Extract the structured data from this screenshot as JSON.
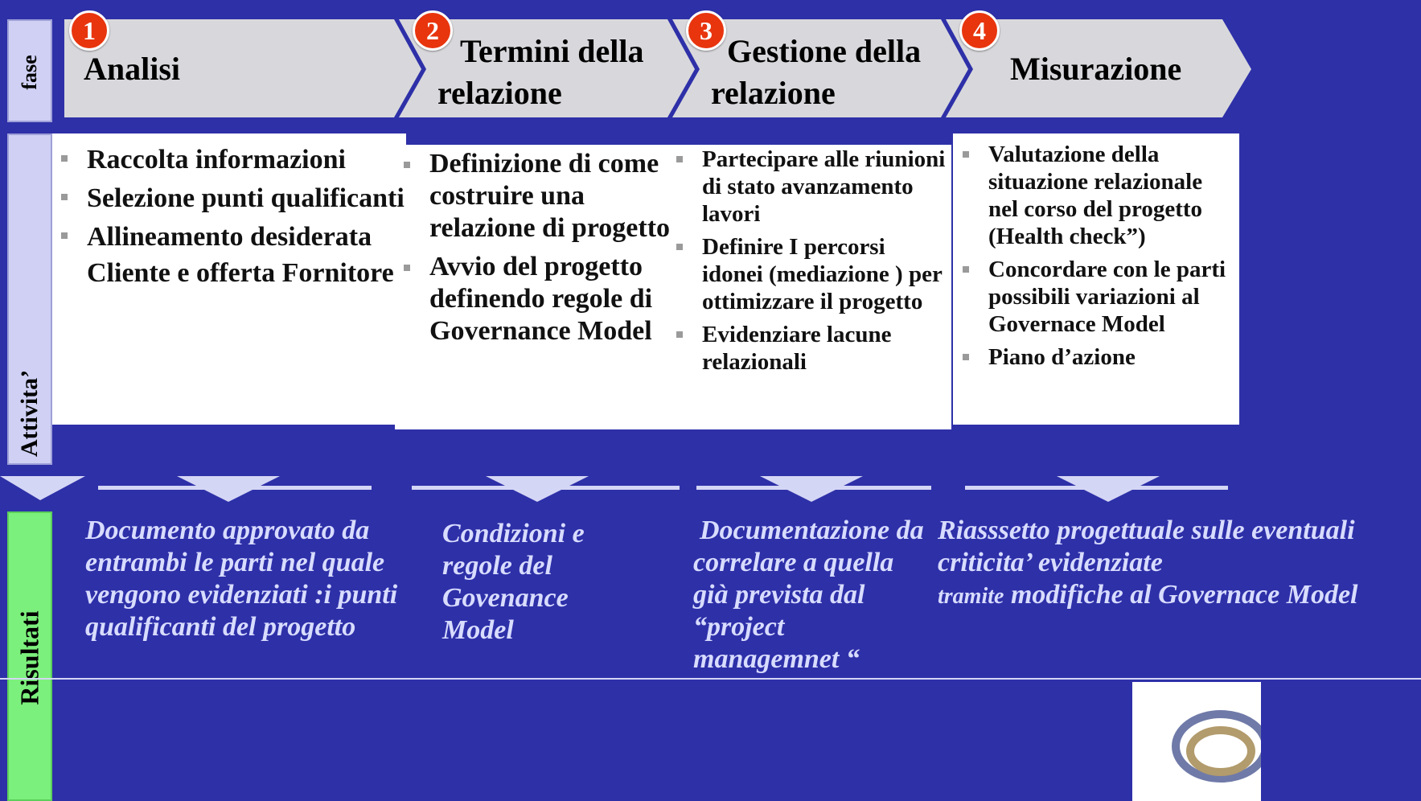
{
  "side_labels": {
    "fase": "fase",
    "attivita": "Attivita’",
    "risultati": "Risultati"
  },
  "phases": [
    {
      "number": "1",
      "title": "Analisi"
    },
    {
      "number": "2",
      "title": "Termini della relazione"
    },
    {
      "number": "3",
      "title": "Gestione della relazione"
    },
    {
      "number": "4",
      "title": "Misurazione"
    }
  ],
  "activities": [
    [
      "Raccolta informazioni",
      "Selezione punti qualificanti",
      "Allineamento desiderata Cliente e offerta Fornitore"
    ],
    [
      "Definizione di come costruire una relazione di progetto",
      "Avvio del progetto definendo regole di Governance Model"
    ],
    [
      "Partecipare alle riunioni di stato avanzamento lavori",
      "Definire I percorsi idonei (mediazione ) per ottimizzare il progetto",
      "Evidenziare lacune relazionali"
    ],
    [
      "Valutazione della situazione relazionale nel corso del progetto (Health check”)",
      "Concordare con le parti possibili variazioni al Governace Model",
      "Piano d’azione"
    ]
  ],
  "results": [
    "Documento approvato da entrambi le parti nel quale vengono evidenziati :i punti qualificanti del progetto",
    "Condizioni e regole del Govenance Model",
    "Documentazione da correlare a quella già prevista dal “project managemnet “",
    {
      "line1": "Riasssetto progettuale sulle eventuali criticita’ evidenziate",
      "small_prefix": "tramite",
      "line2": " modifiche al Governace Model"
    }
  ],
  "colors": {
    "background": "#2e30a8",
    "chevron": "#d8d8dc",
    "badge": "#e8350e",
    "result_text": "#d8dcff",
    "risultati_label": "#7cf07c"
  }
}
